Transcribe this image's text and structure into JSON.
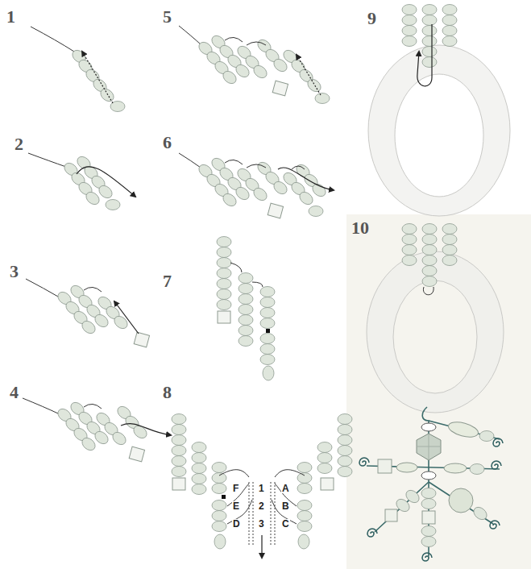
{
  "diagram": {
    "labels": [
      "1",
      "2",
      "3",
      "4",
      "5",
      "6",
      "7",
      "8",
      "F",
      "1",
      "A",
      "E",
      "2",
      "B",
      "D",
      "3",
      "C",
      "9",
      "10"
    ]
  }
}
